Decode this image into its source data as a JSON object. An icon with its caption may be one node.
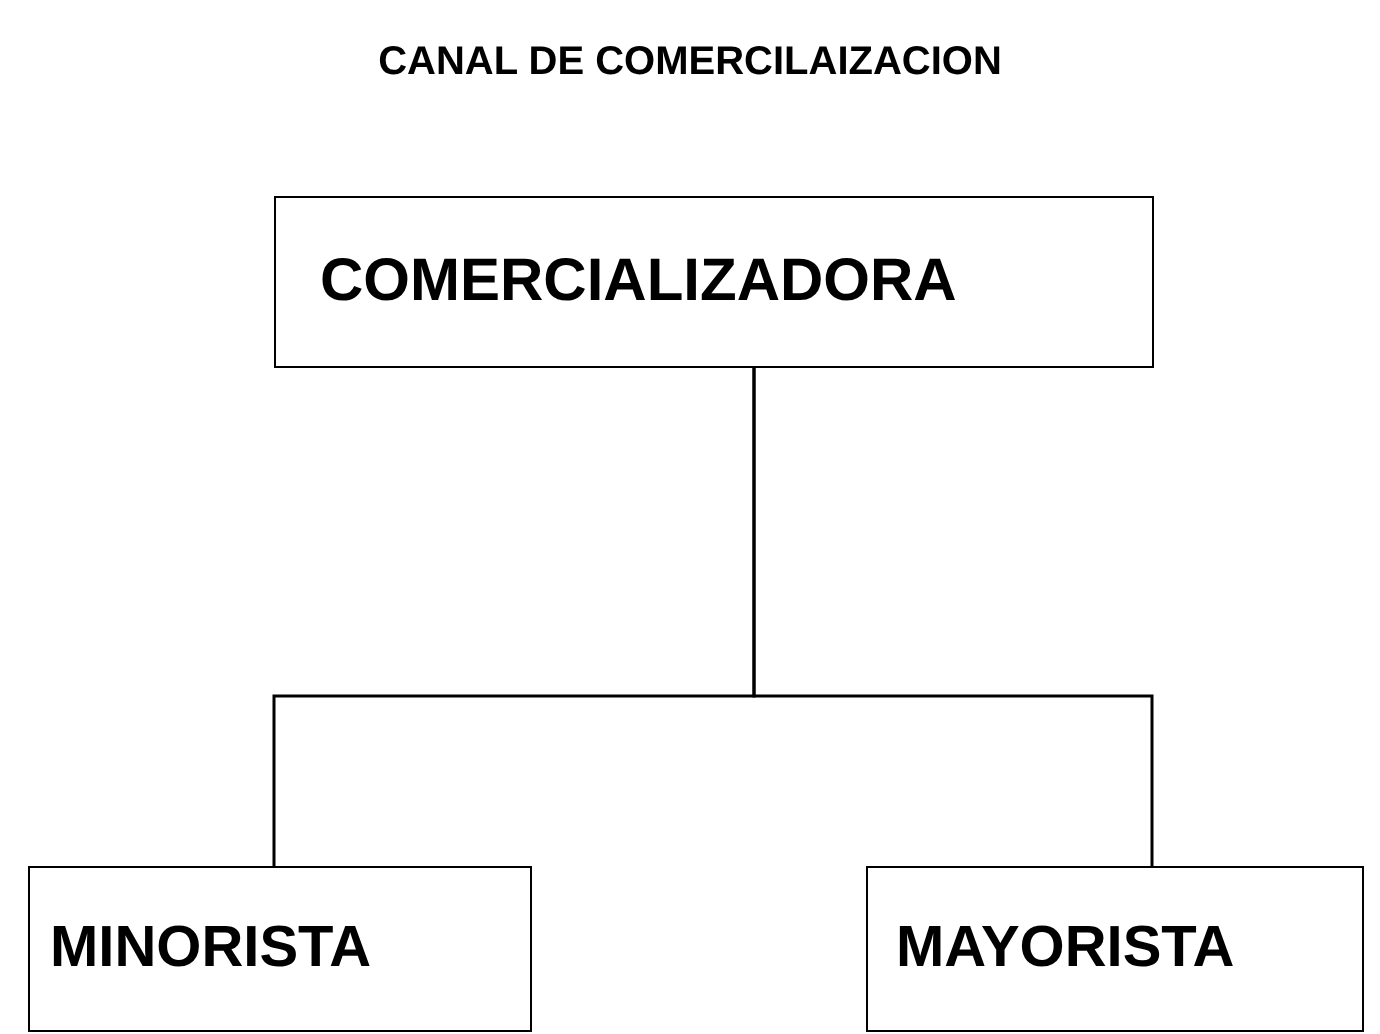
{
  "diagram": {
    "title": "CANAL DE COMERCILAIZACION",
    "nodes": [
      {
        "text": [
          "COMERCIALIZADORA"
        ]
      },
      {
        "text": [
          "MINORISTA"
        ]
      },
      {
        "text": [
          "MAYORISTA"
        ]
      }
    ],
    "edges": [
      {
        "from": 0,
        "to": 1,
        "arrow": "none"
      },
      {
        "from": 0,
        "to": 2,
        "arrow": "none"
      }
    ]
  }
}
